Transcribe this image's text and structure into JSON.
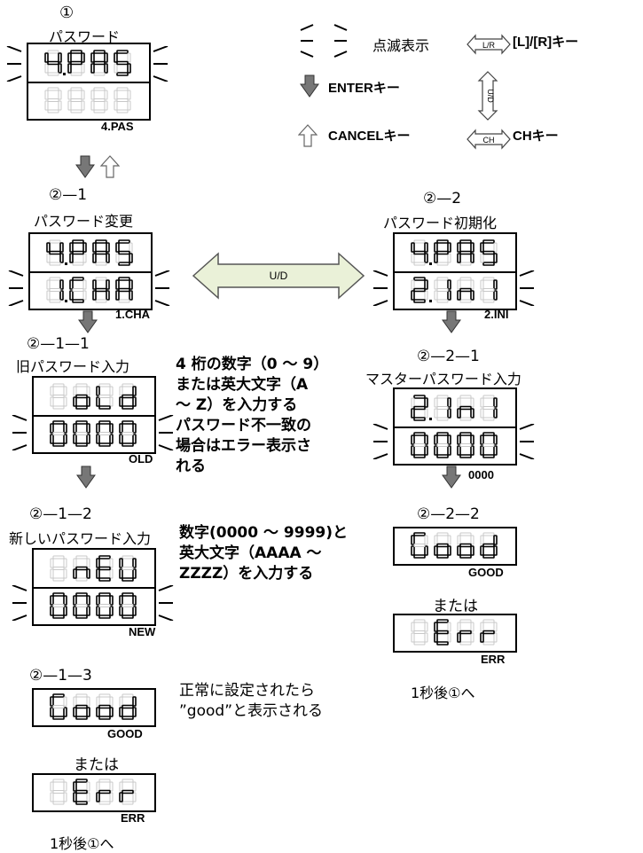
{
  "legend": {
    "blink_label": "点滅表示",
    "lr_key_badge": "L/R",
    "lr_key_label": "[L]/[R]キー",
    "enter_label": "ENTERキー",
    "ud_key_badge": "U/D",
    "cancel_label": "CANCELキー",
    "ch_key_badge": "CH",
    "ch_key_label": "CHキー"
  },
  "step1": {
    "num": "①",
    "title": "パスワード",
    "caption": "4.PAS",
    "top": "4.PAS",
    "bottom": "8888"
  },
  "step2_1": {
    "num": "②—1",
    "title": "パスワード変更",
    "caption": "1.CHA",
    "top": "4.PAS",
    "bottom": "1.CHA"
  },
  "step2_2": {
    "num": "②—2",
    "title": "パスワード初期化",
    "caption": "2.INI",
    "top": "4.PAS",
    "bottom": "2.INI"
  },
  "ud_arrow_label": "U/D",
  "step2_1_1": {
    "num": "②—1—1",
    "title": "旧パスワード入力",
    "caption": "OLD",
    "top": "OLD",
    "bottom": "0000"
  },
  "note_old": [
    "4 桁の数字（0 ～ 9）",
    "または英大文字（A",
    "～ Z）を入力する",
    "パスワード不一致の",
    "場合はエラー表示さ",
    "れる"
  ],
  "step2_2_1": {
    "num": "②—2—1",
    "title": "マスターパスワード入力",
    "caption": "0000",
    "top": "2.INI",
    "bottom": "0000"
  },
  "step2_1_2": {
    "num": "②—1—2",
    "title": "新しいパスワード入力",
    "caption": "NEW",
    "top": "NEW",
    "bottom": "0000"
  },
  "note_new": [
    "数字(0000 ～ 9999)と",
    "英大文字（AAAA ～",
    "ZZZZ）を入力する"
  ],
  "step2_2_2": {
    "num": "②—2—2",
    "good_caption": "GOOD",
    "or_text": "または",
    "err_caption": "ERR",
    "after": "1秒後①へ"
  },
  "step2_1_3": {
    "num": "②—1—3",
    "good_caption": "GOOD",
    "or_text": "または",
    "err_caption": "ERR",
    "after": "1秒後①へ"
  },
  "note_good": [
    "正常に設定されたら",
    "”good”と表示される"
  ]
}
